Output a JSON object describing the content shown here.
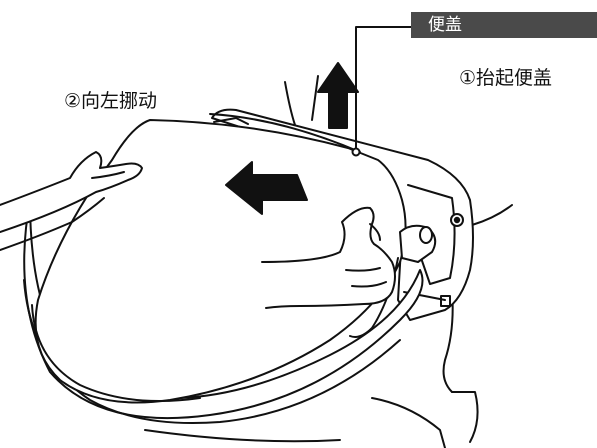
{
  "part_tag": {
    "label": "便盖",
    "bg_color": "#4a4a4a",
    "text_color": "#ffffff"
  },
  "steps": [
    {
      "label": "①抬起便盖"
    },
    {
      "label": "②向左挪动"
    }
  ],
  "arrows": [
    {
      "name": "lift-up-arrow",
      "direction": "up"
    },
    {
      "name": "slide-left-arrow",
      "direction": "left"
    }
  ],
  "colors": {
    "line": "#111111",
    "fill": "#ffffff"
  }
}
